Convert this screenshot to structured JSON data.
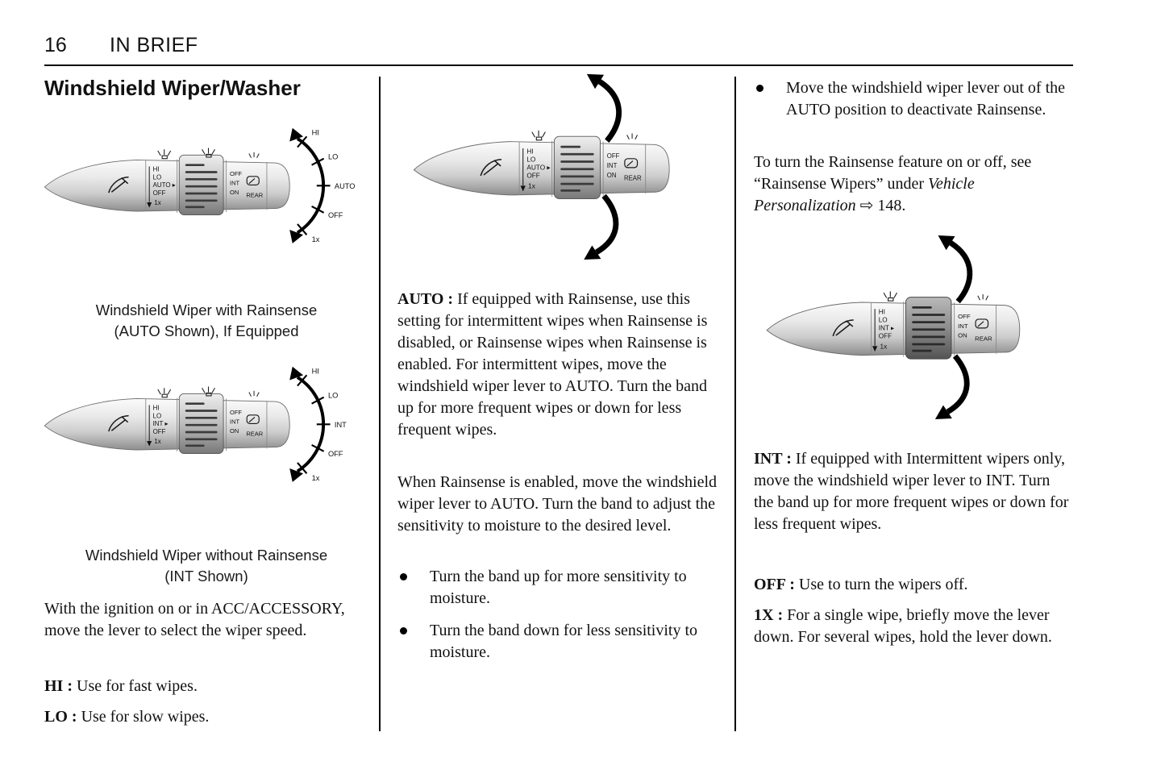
{
  "page": {
    "number": "16",
    "section_header": "IN BRIEF"
  },
  "col1": {
    "title": "Windshield Wiper/Washer",
    "fig1_caption": [
      "Windshield Wiper with Rainsense",
      "(AUTO Shown), If Equipped"
    ],
    "fig2_caption": [
      "Windshield Wiper without Rainsense",
      "(INT Shown)"
    ],
    "para_ignition": "With the ignition on or in ACC/ACCESSORY, move the lever to select the wiper speed.",
    "hi_term": "HI :",
    "hi_text": " Use for fast wipes.",
    "lo_term": "LO :",
    "lo_text": " Use for slow wipes."
  },
  "col2": {
    "auto_term": "AUTO :",
    "auto_text": " If equipped with Rainsense, use this setting for intermittent wipes when Rainsense is disabled, or Rainsense wipes when Rainsense is enabled. For intermittent wipes, move the windshield wiper lever to AUTO. Turn the band up for more frequent wipes or down for less frequent wipes.",
    "para_rainsense": "When Rainsense is enabled, move the windshield wiper lever to AUTO. Turn the band to adjust the sensitivity to moisture to the desired level.",
    "bullet1": "Turn the band up for more sensitivity to moisture.",
    "bullet2": "Turn the band down for less sensitivity to moisture."
  },
  "col3": {
    "bullet1": "Move the windshield wiper lever out of the AUTO position to deactivate Rainsense.",
    "turn_pre": "To turn the Rainsense feature on or off, see “Rainsense Wipers” under ",
    "turn_italic": "Vehicle Personalization",
    "turn_post": " ⇨ 148.",
    "int_term": "INT :",
    "int_text": " If equipped with Intermittent wipers only, move the windshield wiper lever to INT. Turn the band up for more frequent wipes or down for less frequent wipes.",
    "off_term": "OFF :",
    "off_text": " Use to turn the wipers off.",
    "x1_term": "1X :",
    "x1_text": " For a single wipe, briefly move the lever down. For several wipes, hold the lever down."
  },
  "figures": {
    "auto_stalk": {
      "band_labels": [
        "HI",
        "LO",
        "AUTO ▸",
        "OFF",
        "1x"
      ],
      "end_labels": [
        "OFF",
        "INT",
        "ON",
        "REAR"
      ],
      "dial_labels": [
        "HI",
        "LO",
        "AUTO",
        "OFF",
        "1x"
      ]
    },
    "int_stalk": {
      "band_labels": [
        "HI",
        "LO",
        "INT ▸",
        "OFF",
        "1x"
      ],
      "end_labels": [
        "OFF",
        "INT",
        "ON",
        "REAR"
      ],
      "dial_labels": [
        "HI",
        "LO",
        "INT",
        "OFF",
        "1x"
      ]
    }
  },
  "colors": {
    "ink": "#111111",
    "paper": "#ffffff"
  }
}
